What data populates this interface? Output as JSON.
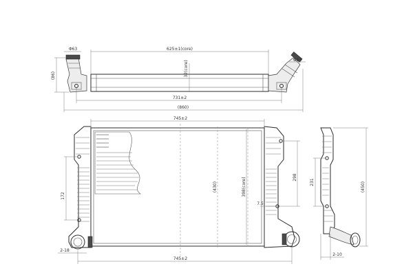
{
  "top_view": {
    "dia_left": "Φ63",
    "length_core": "625±1(core)",
    "height_core": "32(core)",
    "height_total": "(86)",
    "width_pitch": "731±2",
    "width_total": "(860)",
    "dia_right": "Φ63"
  },
  "front_view": {
    "width_top": "745±2",
    "width_bottom": "745±2",
    "height_total": "(430)",
    "height_core": "398(core)",
    "height_right": "298",
    "height_left": "172",
    "offset": "7.5",
    "hole": "2-18"
  },
  "side_view": {
    "height_inner": "231",
    "height_total": "(450)",
    "hole": "2-10"
  }
}
